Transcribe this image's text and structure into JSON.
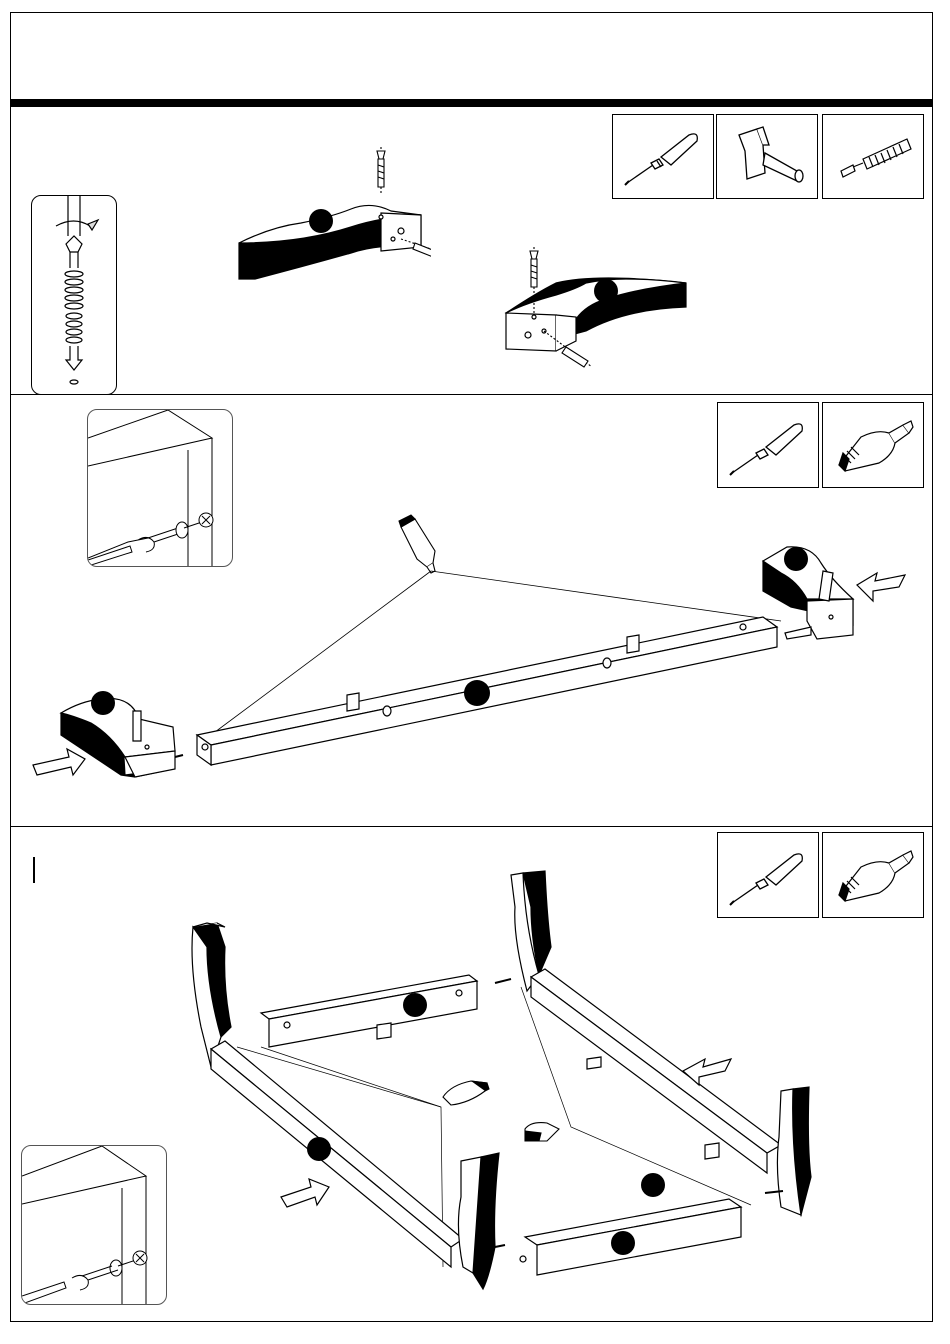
{
  "page": {
    "header_title": "",
    "steps": [
      {
        "id": "step-1",
        "tools": [
          "screwdriver-icon",
          "hammer-icon",
          "cam-bolt-icon"
        ]
      },
      {
        "id": "step-2",
        "tools": [
          "screwdriver-icon",
          "glue-bottle-icon"
        ]
      },
      {
        "id": "step-3",
        "tools": [
          "screwdriver-icon",
          "glue-bottle-icon"
        ]
      }
    ]
  },
  "colors": {
    "line": "#000000",
    "fill": "#ffffff",
    "callout": "#000000"
  }
}
